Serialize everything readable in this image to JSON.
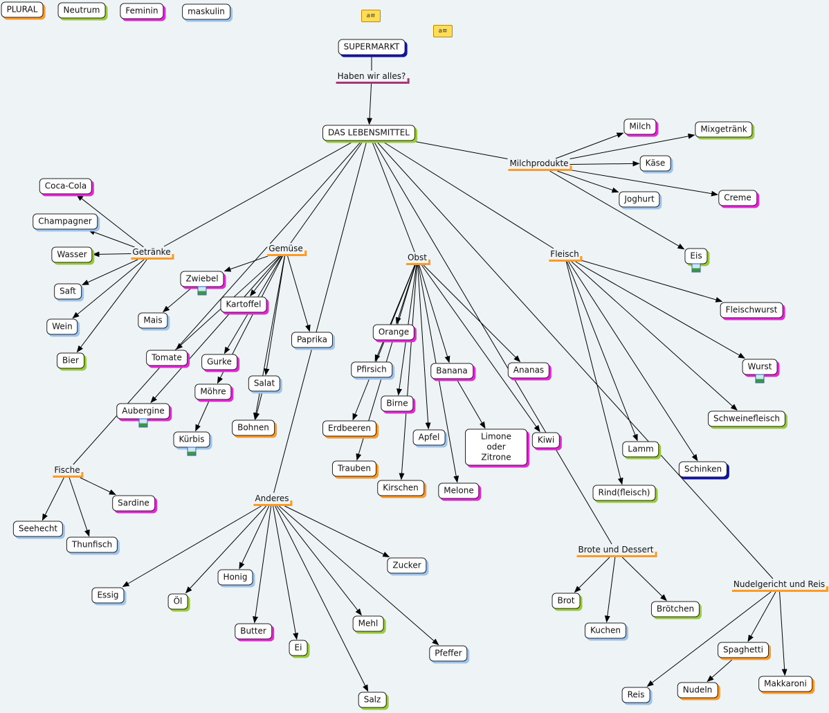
{
  "legend": [
    {
      "id": "leg-plural",
      "label": "PLURAL",
      "cls": "p"
    },
    {
      "id": "leg-neutrum",
      "label": "Neutrum",
      "cls": "n"
    },
    {
      "id": "leg-feminin",
      "label": "Feminin",
      "cls": "f"
    },
    {
      "id": "leg-maskulin",
      "label": "maskulin",
      "cls": "m"
    }
  ],
  "nodes": [
    {
      "id": "supermarkt",
      "label": "SUPERMARKT",
      "cls": "d"
    },
    {
      "id": "lebensmittel",
      "label": "DAS LEBENSMITTEL",
      "cls": "n"
    },
    {
      "id": "milch",
      "label": "Milch",
      "cls": "f"
    },
    {
      "id": "mixgetraenk",
      "label": "Mixgetränk",
      "cls": "n"
    },
    {
      "id": "kaese",
      "label": "Käse",
      "cls": "m"
    },
    {
      "id": "joghurt",
      "label": "Joghurt",
      "cls": "m"
    },
    {
      "id": "creme",
      "label": "Creme",
      "cls": "f"
    },
    {
      "id": "eis",
      "label": "Eis",
      "cls": "n",
      "img": true
    },
    {
      "id": "cocacola",
      "label": "Coca-Cola",
      "cls": "f"
    },
    {
      "id": "champagner",
      "label": "Champagner",
      "cls": "m"
    },
    {
      "id": "wasser",
      "label": "Wasser",
      "cls": "n"
    },
    {
      "id": "saft",
      "label": "Saft",
      "cls": "m"
    },
    {
      "id": "wein",
      "label": "Wein",
      "cls": "m"
    },
    {
      "id": "bier",
      "label": "Bier",
      "cls": "n"
    },
    {
      "id": "zwiebel",
      "label": "Zwiebel",
      "cls": "f",
      "img": true
    },
    {
      "id": "mais",
      "label": "Mais",
      "cls": "m"
    },
    {
      "id": "kartoffel",
      "label": "Kartoffel",
      "cls": "f"
    },
    {
      "id": "tomate",
      "label": "Tomate",
      "cls": "f"
    },
    {
      "id": "gurke",
      "label": "Gurke",
      "cls": "f"
    },
    {
      "id": "moehre",
      "label": "Möhre",
      "cls": "f"
    },
    {
      "id": "salat",
      "label": "Salat",
      "cls": "m"
    },
    {
      "id": "bohnen",
      "label": "Bohnen",
      "cls": "p"
    },
    {
      "id": "aubergine",
      "label": "Aubergine",
      "cls": "f",
      "img": true
    },
    {
      "id": "kuerbis",
      "label": "Kürbis",
      "cls": "m",
      "img": true
    },
    {
      "id": "paprika",
      "label": "Paprika",
      "cls": "m"
    },
    {
      "id": "sardine",
      "label": "Sardine",
      "cls": "f"
    },
    {
      "id": "seehecht",
      "label": "Seehecht",
      "cls": "m"
    },
    {
      "id": "thunfisch",
      "label": "Thunfisch",
      "cls": "m"
    },
    {
      "id": "orange",
      "label": "Orange",
      "cls": "f"
    },
    {
      "id": "pfirsich",
      "label": "Pfirsich",
      "cls": "m"
    },
    {
      "id": "birne",
      "label": "Birne",
      "cls": "f"
    },
    {
      "id": "banana",
      "label": "Banana",
      "cls": "f"
    },
    {
      "id": "ananas",
      "label": "Ananas",
      "cls": "f"
    },
    {
      "id": "erdbeeren",
      "label": "Erdbeeren",
      "cls": "p"
    },
    {
      "id": "apfel",
      "label": "Apfel",
      "cls": "m"
    },
    {
      "id": "limone",
      "label": "Limone oder Zitrone",
      "cls": "f",
      "multi": true
    },
    {
      "id": "kiwi",
      "label": "Kiwi",
      "cls": "f"
    },
    {
      "id": "trauben",
      "label": "Trauben",
      "cls": "p"
    },
    {
      "id": "kirschen",
      "label": "Kirschen",
      "cls": "p"
    },
    {
      "id": "melone",
      "label": "Melone",
      "cls": "f"
    },
    {
      "id": "fleischwurst",
      "label": "Fleischwurst",
      "cls": "f"
    },
    {
      "id": "wurst",
      "label": "Wurst",
      "cls": "f",
      "img": true
    },
    {
      "id": "schweinefleisch",
      "label": "Schweinefleisch",
      "cls": "n"
    },
    {
      "id": "lamm",
      "label": "Lamm",
      "cls": "n"
    },
    {
      "id": "schinken",
      "label": "Schinken",
      "cls": "d"
    },
    {
      "id": "rindfleisch",
      "label": "Rind(fleisch)",
      "cls": "n"
    },
    {
      "id": "zucker",
      "label": "Zucker",
      "cls": "m"
    },
    {
      "id": "honig",
      "label": "Honig",
      "cls": "m"
    },
    {
      "id": "essig",
      "label": "Essig",
      "cls": "m"
    },
    {
      "id": "oel",
      "label": "Öl",
      "cls": "n"
    },
    {
      "id": "butter",
      "label": "Butter",
      "cls": "f"
    },
    {
      "id": "ei",
      "label": "Ei",
      "cls": "n"
    },
    {
      "id": "mehl",
      "label": "Mehl",
      "cls": "n"
    },
    {
      "id": "pfeffer",
      "label": "Pfeffer",
      "cls": "m"
    },
    {
      "id": "salz",
      "label": "Salz",
      "cls": "n"
    },
    {
      "id": "brot",
      "label": "Brot",
      "cls": "n"
    },
    {
      "id": "kuchen",
      "label": "Kuchen",
      "cls": "m"
    },
    {
      "id": "broetchen",
      "label": "Brötchen",
      "cls": "n"
    },
    {
      "id": "spaghetti",
      "label": "Spaghetti",
      "cls": "p"
    },
    {
      "id": "reis",
      "label": "Reis",
      "cls": "m"
    },
    {
      "id": "nudeln",
      "label": "Nudeln",
      "cls": "p"
    },
    {
      "id": "makkaroni",
      "label": "Makkaroni",
      "cls": "p"
    }
  ],
  "labels": [
    {
      "id": "haben",
      "label": "Haben wir alles?",
      "style": "purple"
    },
    {
      "id": "milchprodukte",
      "label": "Milchprodukte"
    },
    {
      "id": "getraenke",
      "label": "Getränke"
    },
    {
      "id": "gemuese",
      "label": "Gemüse"
    },
    {
      "id": "obst",
      "label": "Obst"
    },
    {
      "id": "fleisch",
      "label": "Fleisch"
    },
    {
      "id": "fische",
      "label": "Fische"
    },
    {
      "id": "anderes",
      "label": "Anderes"
    },
    {
      "id": "brotedessert",
      "label": "Brote und Dessert"
    },
    {
      "id": "nudelreis",
      "label": "Nudelgericht und Reis"
    }
  ],
  "note_icons": [
    {
      "id": "note-1",
      "glyph": "a≡"
    },
    {
      "id": "note-2",
      "glyph": "a≡"
    }
  ],
  "edges": [
    [
      "supermarkt",
      "haben"
    ],
    [
      "haben",
      "lebensmittel"
    ],
    [
      "lebensmittel",
      "milchprodukte"
    ],
    [
      "lebensmittel",
      "getraenke"
    ],
    [
      "lebensmittel",
      "gemuese"
    ],
    [
      "lebensmittel",
      "obst"
    ],
    [
      "lebensmittel",
      "fleisch"
    ],
    [
      "lebensmittel",
      "anderes"
    ],
    [
      "lebensmittel",
      "brotedessert"
    ],
    [
      "lebensmittel",
      "nudelreis"
    ],
    [
      "lebensmittel",
      "fische"
    ],
    [
      "milchprodukte",
      "milch"
    ],
    [
      "milchprodukte",
      "mixgetraenk"
    ],
    [
      "milchprodukte",
      "kaese"
    ],
    [
      "milchprodukte",
      "joghurt"
    ],
    [
      "milchprodukte",
      "creme"
    ],
    [
      "milchprodukte",
      "eis"
    ],
    [
      "getraenke",
      "cocacola"
    ],
    [
      "getraenke",
      "champagner"
    ],
    [
      "getraenke",
      "wasser"
    ],
    [
      "getraenke",
      "saft"
    ],
    [
      "getraenke",
      "wein"
    ],
    [
      "getraenke",
      "bier"
    ],
    [
      "gemuese",
      "zwiebel"
    ],
    [
      "gemuese",
      "kartoffel"
    ],
    [
      "gemuese",
      "tomate"
    ],
    [
      "gemuese",
      "gurke"
    ],
    [
      "gemuese",
      "moehre"
    ],
    [
      "gemuese",
      "salat"
    ],
    [
      "gemuese",
      "aubergine"
    ],
    [
      "gemuese",
      "paprika"
    ],
    [
      "gemuese",
      "bohnen"
    ],
    [
      "zwiebel",
      "mais"
    ],
    [
      "moehre",
      "kuerbis"
    ],
    [
      "salat",
      "bohnen"
    ],
    [
      "fische",
      "sardine"
    ],
    [
      "fische",
      "seehecht"
    ],
    [
      "fische",
      "thunfisch"
    ],
    [
      "obst",
      "orange"
    ],
    [
      "obst",
      "pfirsich"
    ],
    [
      "obst",
      "birne"
    ],
    [
      "obst",
      "banana"
    ],
    [
      "obst",
      "ananas"
    ],
    [
      "obst",
      "erdbeeren"
    ],
    [
      "obst",
      "apfel"
    ],
    [
      "obst",
      "kiwi"
    ],
    [
      "obst",
      "kirschen"
    ],
    [
      "obst",
      "melone"
    ],
    [
      "obst",
      "trauben"
    ],
    [
      "banana",
      "limone"
    ],
    [
      "fleisch",
      "fleischwurst"
    ],
    [
      "fleisch",
      "wurst"
    ],
    [
      "fleisch",
      "schweinefleisch"
    ],
    [
      "fleisch",
      "lamm"
    ],
    [
      "fleisch",
      "schinken"
    ],
    [
      "fleisch",
      "rindfleisch"
    ],
    [
      "anderes",
      "zucker"
    ],
    [
      "anderes",
      "honig"
    ],
    [
      "anderes",
      "essig"
    ],
    [
      "anderes",
      "oel"
    ],
    [
      "anderes",
      "butter"
    ],
    [
      "anderes",
      "ei"
    ],
    [
      "anderes",
      "mehl"
    ],
    [
      "anderes",
      "pfeffer"
    ],
    [
      "anderes",
      "salz"
    ],
    [
      "brotedessert",
      "brot"
    ],
    [
      "brotedessert",
      "kuchen"
    ],
    [
      "brotedessert",
      "broetchen"
    ],
    [
      "nudelreis",
      "spaghetti"
    ],
    [
      "nudelreis",
      "reis"
    ],
    [
      "nudelreis",
      "makkaroni"
    ],
    [
      "spaghetti",
      "nudeln"
    ]
  ]
}
